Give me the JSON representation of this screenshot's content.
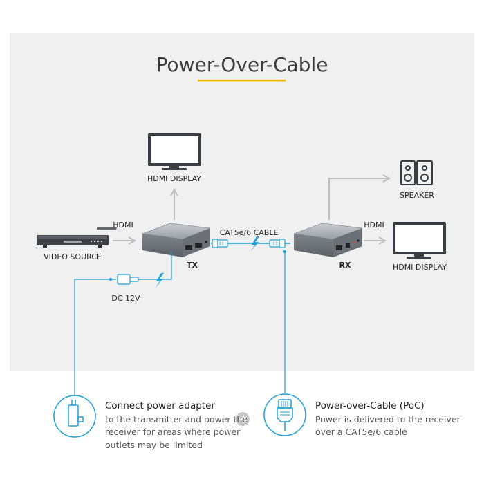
{
  "title": "Power-Over-Cable",
  "colors": {
    "panel": "#f0f0f0",
    "accent": "#f2b500",
    "cable": "#1e9fd6",
    "arrow": "#bdbdbd",
    "device": "#8a8f96"
  },
  "nodes": {
    "video_source": "VIDEO SOURCE",
    "hdmi_display_top": "HDMI DISPLAY",
    "tx": "TX",
    "rx": "RX",
    "speaker": "SPEAKER",
    "hdmi_display_right": "HDMI DISPLAY",
    "dc": "DC 12V"
  },
  "edges": {
    "hdmi_in": "HDMI",
    "cat_cable": "CAT5e/6 CABLE",
    "hdmi_out": "HDMI"
  },
  "steps": [
    {
      "icon": "power-adapter-icon",
      "heading": "Connect power adapter",
      "body": "to the transmitter and power the receiver for areas where power outlets may be limited"
    },
    {
      "icon": "rj45-connector-icon",
      "heading": "Power-over-Cable (PoC)",
      "body": "Power is delivered to the receiver over a CAT5e/6 cable"
    }
  ]
}
